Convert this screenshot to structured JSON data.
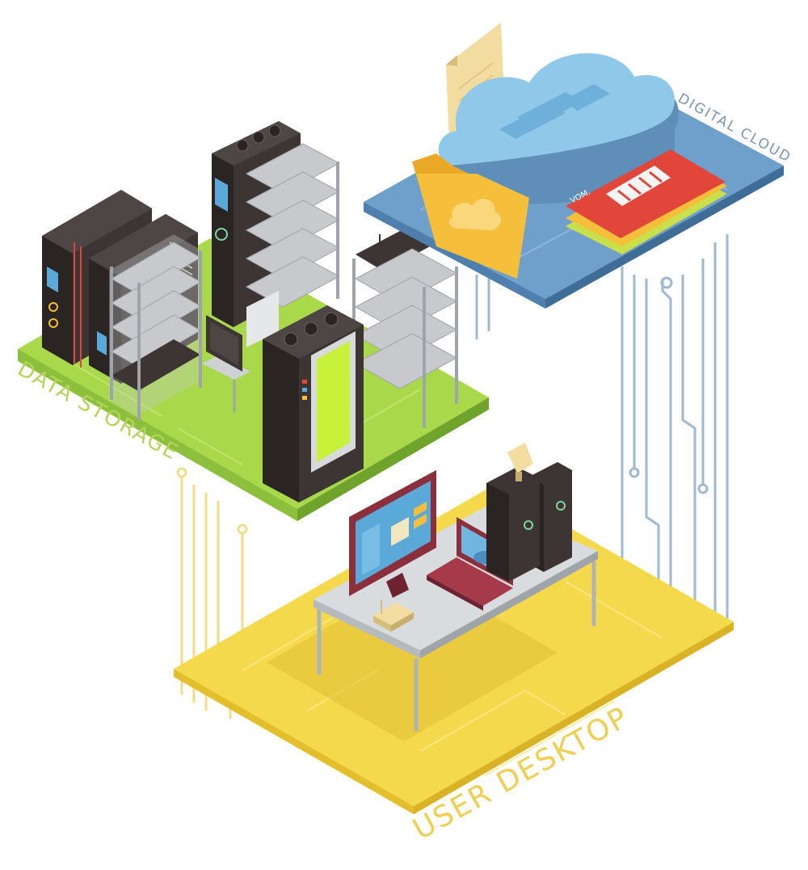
{
  "labels": {
    "data_storage": "DATA STORAGE",
    "digital_cloud": "DIGITAL CLOUD",
    "user_desktop": "USER DESKTOP",
    "video_tag": "VOM."
  },
  "colors": {
    "storage_platform": "#a9d94a",
    "storage_side": "#7fb33a",
    "storage_label": "#b7d35a",
    "cloud_platform": "#6f9fcb",
    "cloud_side": "#4f7fae",
    "cloud_label": "#7a95ad",
    "desk_platform": "#f5d94c",
    "desk_side": "#e3bf2c",
    "desk_label": "#efcf52",
    "server_dark": "#3c3533",
    "rack_gray": "#c7c9cc",
    "screen_blue": "#5ba9d9",
    "circuit_blue": "#9fb9d1",
    "circuit_yellow": "#f0dd8a",
    "folder": "#f6bf3b",
    "red_card": "#e2453a",
    "cloud_fill": "#8fc8e8"
  }
}
